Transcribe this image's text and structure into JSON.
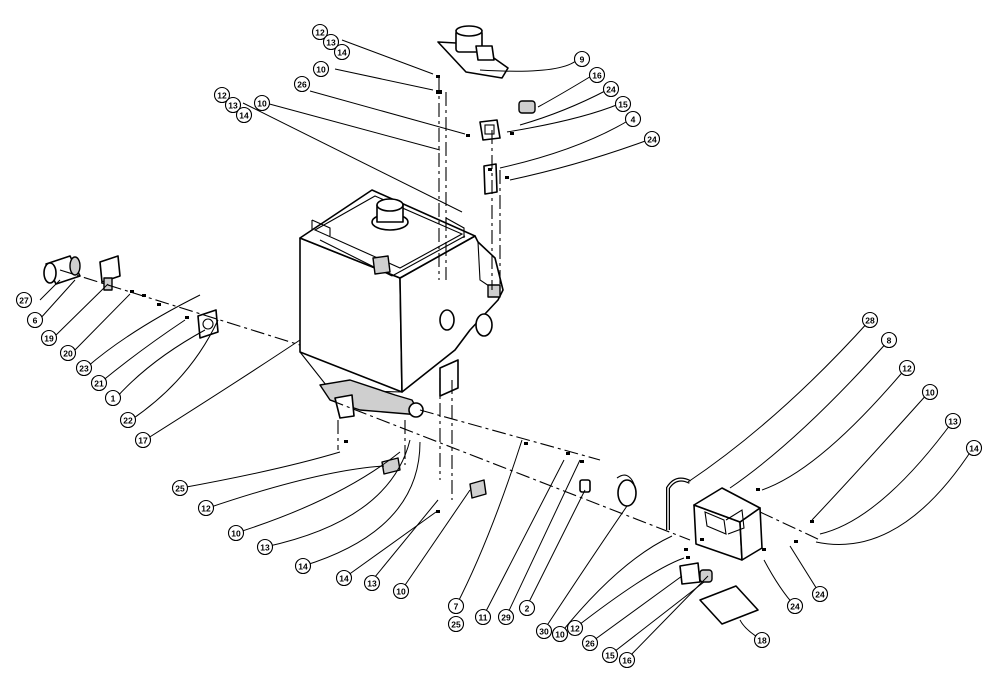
{
  "diagram": {
    "type": "exploded-parts-view",
    "balloons": [
      {
        "id": "b-27",
        "label": "27"
      },
      {
        "id": "b-6",
        "label": "6"
      },
      {
        "id": "b-19",
        "label": "19"
      },
      {
        "id": "b-20",
        "label": "20"
      },
      {
        "id": "b-23",
        "label": "23"
      },
      {
        "id": "b-21",
        "label": "21"
      },
      {
        "id": "b-1",
        "label": "1"
      },
      {
        "id": "b-22",
        "label": "22"
      },
      {
        "id": "b-17",
        "label": "17"
      },
      {
        "id": "b-12-top",
        "label": "12"
      },
      {
        "id": "b-13-top",
        "label": "13"
      },
      {
        "id": "b-14-top",
        "label": "14"
      },
      {
        "id": "b-10-top",
        "label": "10"
      },
      {
        "id": "b-26-top",
        "label": "26"
      },
      {
        "id": "b-12-mid",
        "label": "12"
      },
      {
        "id": "b-13-mid",
        "label": "13"
      },
      {
        "id": "b-14-mid",
        "label": "14"
      },
      {
        "id": "b-10-mid",
        "label": "10"
      },
      {
        "id": "b-9",
        "label": "9"
      },
      {
        "id": "b-16-top",
        "label": "16"
      },
      {
        "id": "b-24-top1",
        "label": "24"
      },
      {
        "id": "b-15-top",
        "label": "15"
      },
      {
        "id": "b-4",
        "label": "4"
      },
      {
        "id": "b-24-top2",
        "label": "24"
      },
      {
        "id": "b-25-left",
        "label": "25"
      },
      {
        "id": "b-12-low",
        "label": "12"
      },
      {
        "id": "b-10-low",
        "label": "10"
      },
      {
        "id": "b-13-low",
        "label": "13"
      },
      {
        "id": "b-14-low1",
        "label": "14"
      },
      {
        "id": "b-14-low2",
        "label": "14"
      },
      {
        "id": "b-13-low2",
        "label": "13"
      },
      {
        "id": "b-10-low2",
        "label": "10"
      },
      {
        "id": "b-7",
        "label": "7"
      },
      {
        "id": "b-25-low",
        "label": "25"
      },
      {
        "id": "b-11",
        "label": "11"
      },
      {
        "id": "b-29",
        "label": "29"
      },
      {
        "id": "b-2",
        "label": "2"
      },
      {
        "id": "b-30",
        "label": "30"
      },
      {
        "id": "b-10-r",
        "label": "10"
      },
      {
        "id": "b-12-r",
        "label": "12"
      },
      {
        "id": "b-26-r",
        "label": "26"
      },
      {
        "id": "b-15-r",
        "label": "15"
      },
      {
        "id": "b-16-r",
        "label": "16"
      },
      {
        "id": "b-18",
        "label": "18"
      },
      {
        "id": "b-24-r1",
        "label": "24"
      },
      {
        "id": "b-24-r2",
        "label": "24"
      },
      {
        "id": "b-28",
        "label": "28"
      },
      {
        "id": "b-8",
        "label": "8"
      },
      {
        "id": "b-12-rr",
        "label": "12"
      },
      {
        "id": "b-10-rr",
        "label": "10"
      },
      {
        "id": "b-13-rr",
        "label": "13"
      },
      {
        "id": "b-14-rr",
        "label": "14"
      }
    ]
  }
}
